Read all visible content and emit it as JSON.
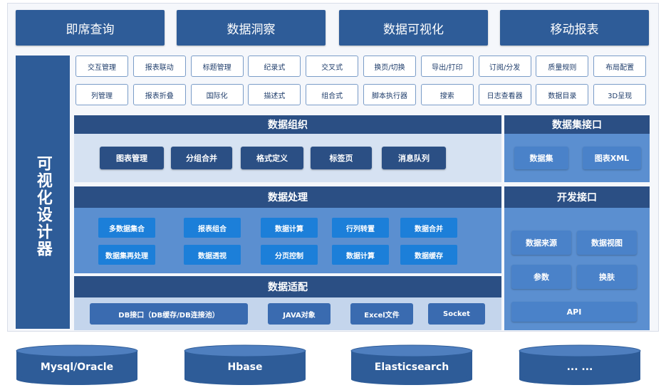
{
  "top_modules": [
    "即席查询",
    "数据洞察",
    "数据可视化",
    "移动报表"
  ],
  "designer_label": "可视化设计器",
  "features_row1": [
    "交互管理",
    "报表联动",
    "标题管理",
    "纪录式",
    "交叉式",
    "换页/切换",
    "导出/打印",
    "订阅/分发",
    "质量规则",
    "布局配置"
  ],
  "features_row2": [
    "列管理",
    "报表折叠",
    "国际化",
    "描述式",
    "组合式",
    "脚本执行器",
    "搜索",
    "日志查看器",
    "数据目录",
    "3D呈现"
  ],
  "data_org": {
    "title": "数据组织",
    "items": [
      "图表管理",
      "分组合并",
      "格式定义",
      "标签页",
      "消息队列"
    ]
  },
  "dataset_interface": {
    "title": "数据集接口",
    "items": [
      "数据集",
      "图表XML"
    ]
  },
  "data_processing": {
    "title": "数据处理",
    "row1": [
      "多数据集合",
      "报表组合",
      "数据计算",
      "行列转置",
      "数据合并"
    ],
    "row2": [
      "数据集再处理",
      "数据透视",
      "分页控制",
      "数据计算",
      "数据缓存"
    ]
  },
  "dev_interface": {
    "title": "开发接口",
    "items": [
      "数据来源",
      "数据视图",
      "参数",
      "换肤"
    ],
    "api": "API"
  },
  "data_adapter": {
    "title": "数据适配",
    "items": [
      "DB接口（DB缓存/DB连接池）",
      "JAVA对象",
      "Excel文件",
      "Socket"
    ]
  },
  "databases": [
    "Mysql/Oracle",
    "Hbase",
    "Elasticsearch",
    "... ..."
  ],
  "colors": {
    "primary": "#2e5c98",
    "band": "#2b4f84",
    "bright": "#1c7fd9",
    "side": "#5b8fd0"
  }
}
